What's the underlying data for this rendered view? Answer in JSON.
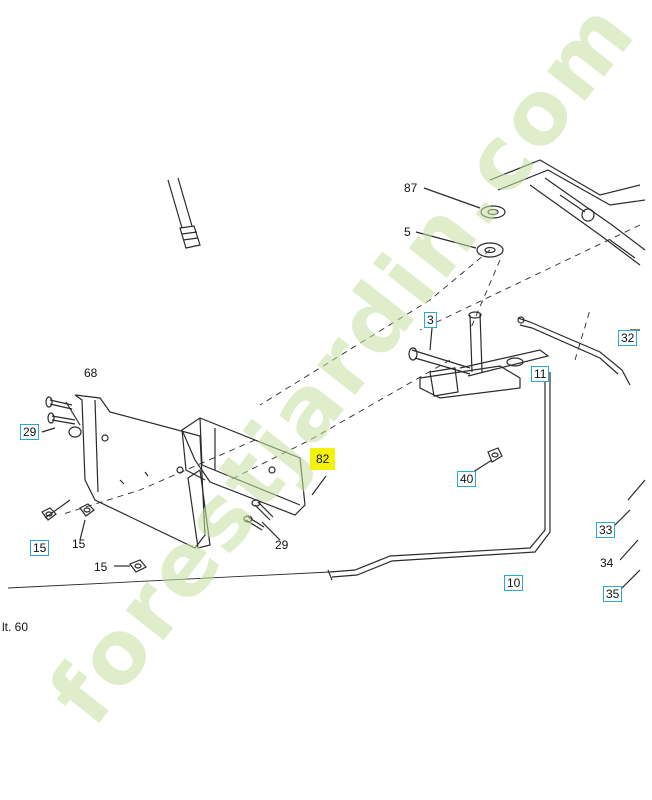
{
  "labels": {
    "l87": "87",
    "l5": "5",
    "l3": "3",
    "l32": "32",
    "l11": "11",
    "l68": "68",
    "l29a": "29",
    "l82": "82",
    "l40": "40",
    "l15a": "15",
    "l15b": "15",
    "l15c": "15",
    "l29b": "29",
    "l33": "33",
    "l34": "34",
    "l35": "35",
    "l10": "10"
  },
  "caption": "lt. 60",
  "watermark": "forestjardin.com",
  "colors": {
    "line": "#2b2b2b",
    "boxBorder": "#2aa9d8",
    "highlight": "#f4f20a",
    "watermarkGreen": "#c8e0a0",
    "watermarkOrange": "#f2c487",
    "watermarkGray": "#c9c0b5"
  }
}
